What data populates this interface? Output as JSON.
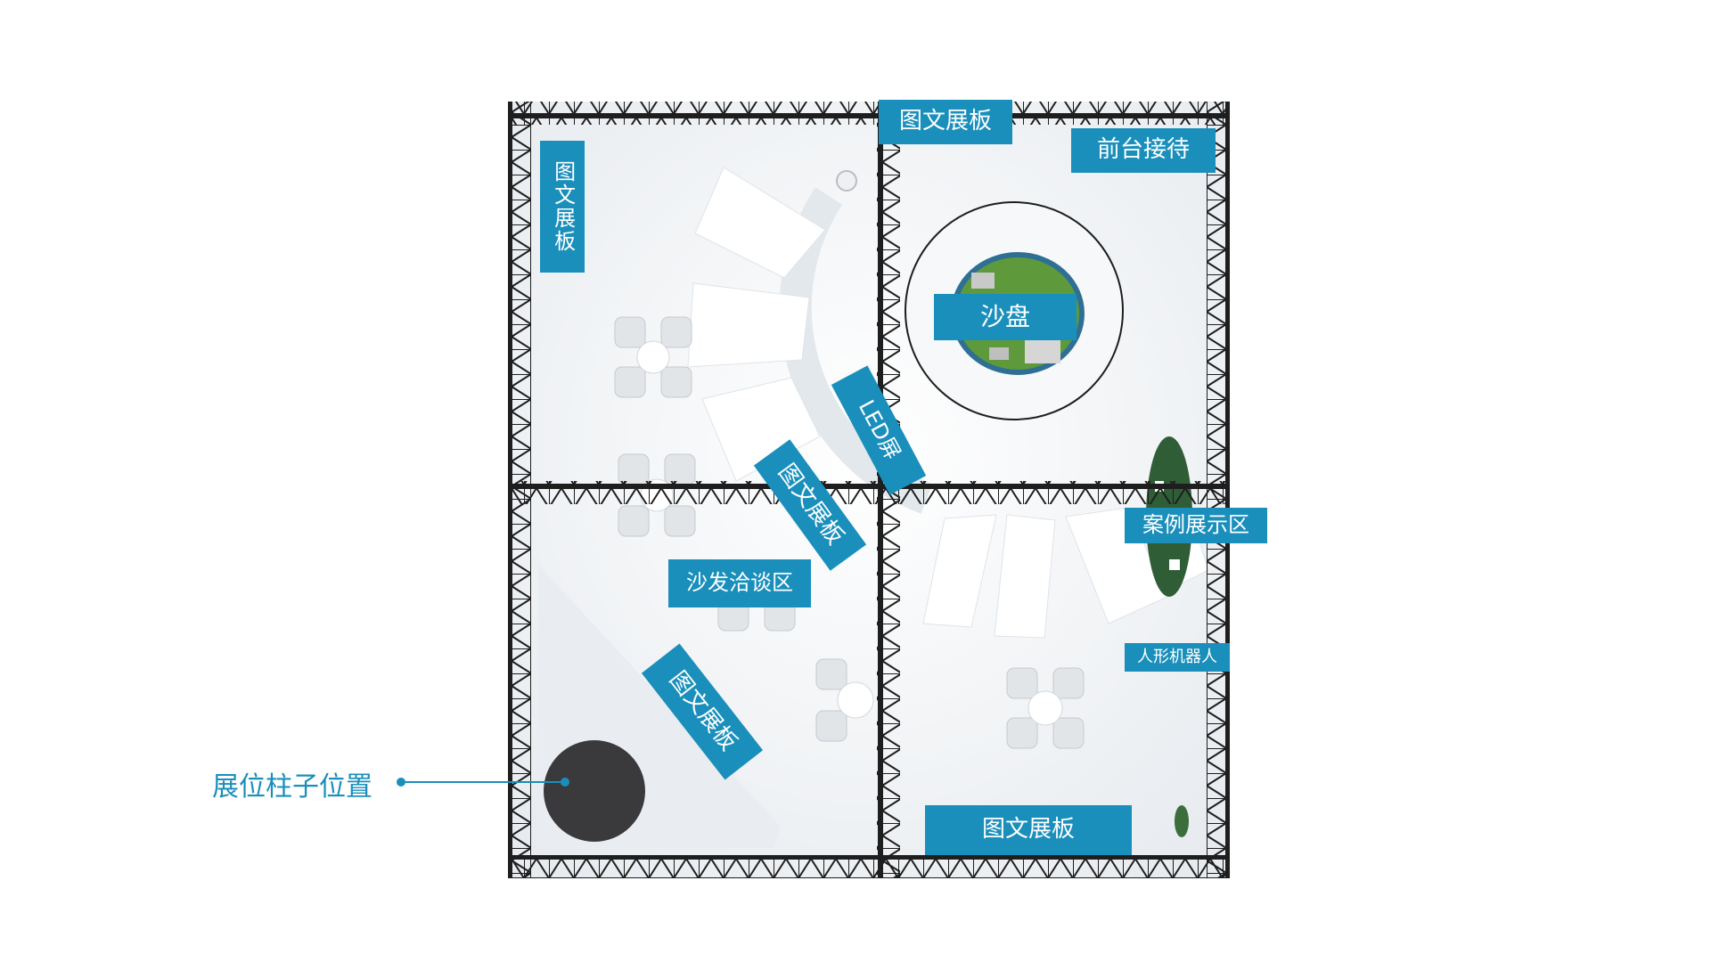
{
  "labels": {
    "panel_top_center": "图文展板",
    "panel_left_vertical": "图文展板",
    "reception": "前台接待",
    "sand_table": "沙盘",
    "led_screen": "LED屏",
    "panel_diag_center": "图文展板",
    "case_display": "案例展示区",
    "sofa_area": "沙发洽谈区",
    "robot": "人形机器人",
    "panel_diag_lower": "图文展板",
    "panel_bottom": "图文展板"
  },
  "callout": {
    "pillar": "展位柱子位置"
  },
  "colors": {
    "label_bg": "#1a8fbb",
    "label_text": "#ffffff",
    "callout": "#1a8fbb",
    "truss": "#1e1e1e",
    "pillar": "#3a3a3c",
    "floor": "#f4f6f8",
    "sand_green": "#5e9a3c",
    "sand_blue": "#2f6f93"
  }
}
